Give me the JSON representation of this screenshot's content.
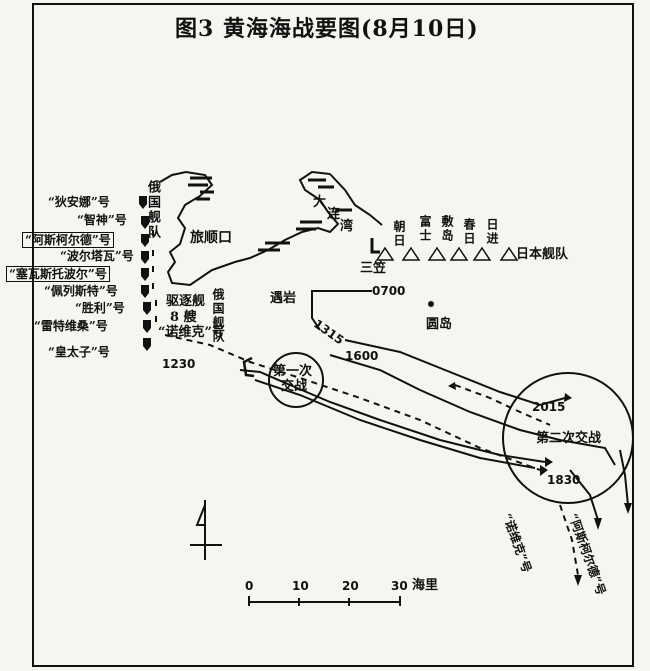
{
  "title": "图3  黄海海战要图(8月10日)",
  "russian_fleet_label": "俄国舰队",
  "russian_ships": [
    "“狄安娜”号",
    "“智神”号",
    "“阿斯柯尔德”号",
    "“波尔塔瓦”号",
    "“塞瓦斯托波尔”号",
    "“佩列斯特”号",
    "“胜利”号",
    "“雷特维桑”号",
    "“皇太子”号"
  ],
  "destroyers_label": [
    "驱逐舰",
    "8 艘"
  ],
  "novik_label": "“诺维克”号",
  "russian_fleet_label2": "俄国舰队",
  "places": {
    "port": "旅顺口",
    "bay_1": "大",
    "bay_2": "连",
    "bay_3": "湾",
    "rock": "遇岩",
    "island": "圆岛",
    "sanli": "三笠"
  },
  "japanese_ships": [
    "朝日",
    "富士",
    "敷岛",
    "春日",
    "日进"
  ],
  "japanese_fleet_label": "日本舰队",
  "times": {
    "t0700": "0700",
    "t1230": "1230",
    "t1315": "1315",
    "t1600": "1600",
    "t2015": "2015",
    "t1830": "1830"
  },
  "first_engagement": [
    "第一次",
    "交战"
  ],
  "second_engagement": "第二次交战",
  "escape_labels": [
    "“诺维克”号",
    "“阿斯柯尔德”号"
  ],
  "scale": {
    "ticks": [
      "0",
      "10",
      "20",
      "30"
    ],
    "unit": "海里"
  }
}
